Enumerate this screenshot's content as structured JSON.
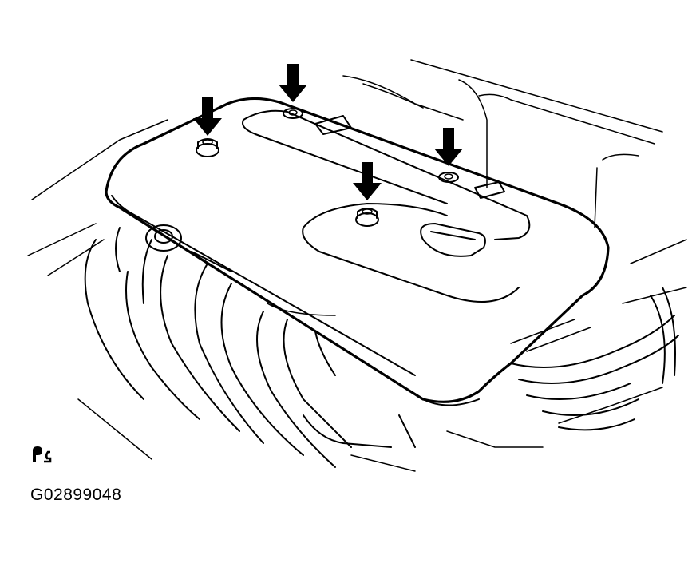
{
  "figure": {
    "code": "G02899048",
    "subject": "engine-cover",
    "fastener_count": 5,
    "ink_color": "#000000",
    "background_color": "#ffffff"
  }
}
